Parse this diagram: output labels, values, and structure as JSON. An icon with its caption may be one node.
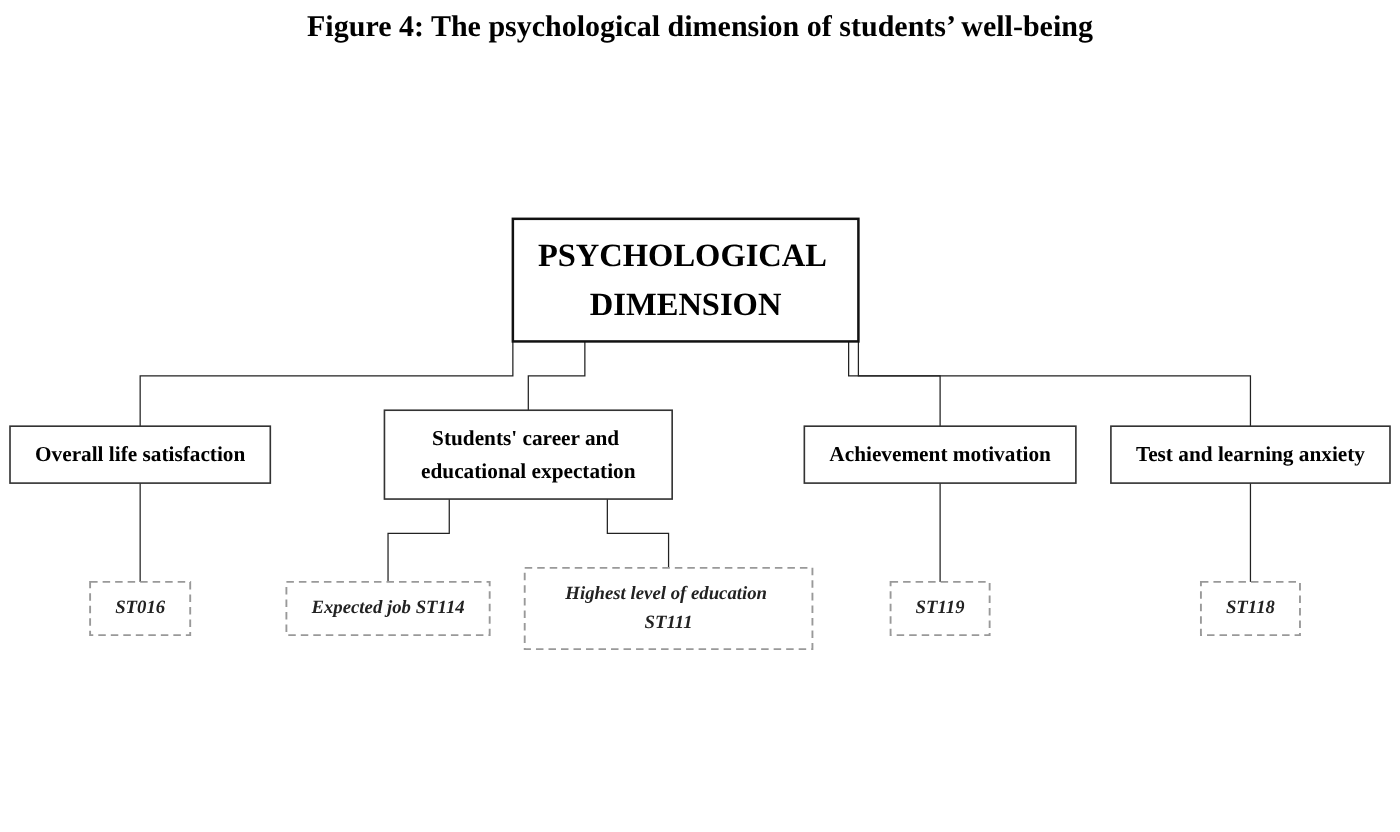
{
  "diagram": {
    "title": "Figure 4: The psychological dimension of students’ well-being",
    "nodes": [
      {
        "text": [
          "PSYCHOLOGICAL DIMENSION"
        ]
      },
      {
        "text": [
          "Overall life satisfaction"
        ]
      },
      {
        "text": [
          "Students' career and educational expectation"
        ]
      },
      {
        "text": [
          "Achievement motivation"
        ]
      },
      {
        "text": [
          "Test and learning anxiety"
        ]
      },
      {
        "text": [
          "ST016"
        ]
      },
      {
        "text": [
          "Expected job ST114"
        ]
      },
      {
        "text": [
          "ST119"
        ]
      },
      {
        "text": [
          "ST118"
        ]
      },
      {
        "text": [
          "Highest level of education ST111"
        ]
      }
    ],
    "edges": [
      {
        "from": 0,
        "to": 1,
        "arrow": "none"
      },
      {
        "from": 0,
        "to": 2,
        "arrow": "none"
      },
      {
        "from": 0,
        "to": 3,
        "arrow": "none"
      },
      {
        "from": 0,
        "to": 4,
        "arrow": "none"
      },
      {
        "from": 1,
        "to": 5,
        "arrow": "none"
      },
      {
        "from": 2,
        "to": 6,
        "arrow": "none"
      },
      {
        "from": 2,
        "to": 9,
        "arrow": "none"
      },
      {
        "from": 3,
        "to": 7,
        "arrow": "none"
      },
      {
        "from": 4,
        "to": 8,
        "arrow": "none"
      }
    ]
  }
}
